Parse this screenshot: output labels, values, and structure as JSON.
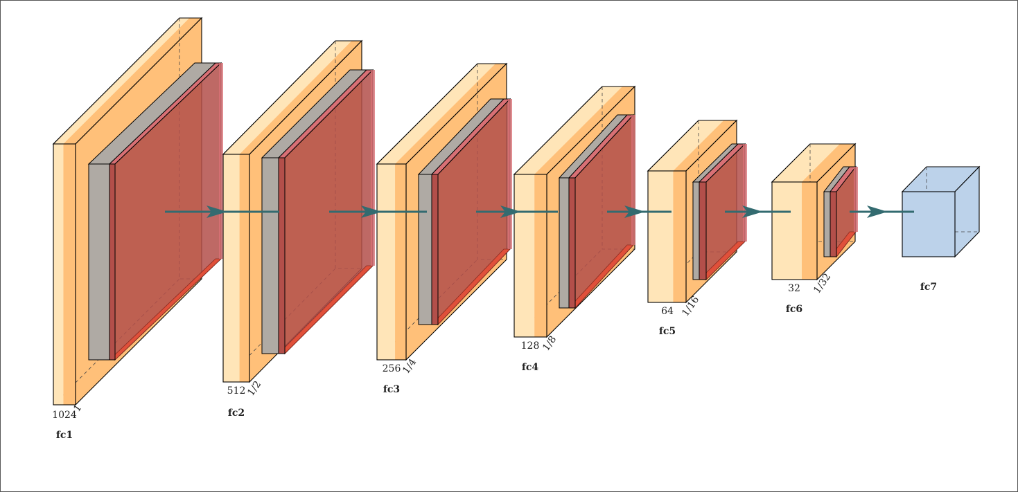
{
  "colors": {
    "block_light": "#FFE5B8",
    "block_mid": "#FFC079",
    "block_dark": "#F2A65A",
    "gray": "#AFAAA4",
    "red": "#B34F4A",
    "red_light": "#D87075",
    "red_edge": "#E0503A",
    "blue": "#BCD2EA",
    "arrow": "#336B70",
    "stroke": "#000000"
  },
  "layers": [
    {
      "name": "fc1",
      "depth_label": "1024",
      "scale_label": "1"
    },
    {
      "name": "fc2",
      "depth_label": "512",
      "scale_label": "1/2"
    },
    {
      "name": "fc3",
      "depth_label": "256",
      "scale_label": "1/4"
    },
    {
      "name": "fc4",
      "depth_label": "128",
      "scale_label": "1/8"
    },
    {
      "name": "fc5",
      "depth_label": "64",
      "scale_label": "1/16"
    },
    {
      "name": "fc6",
      "depth_label": "32",
      "scale_label": "1/32"
    },
    {
      "name": "fc7"
    }
  ]
}
